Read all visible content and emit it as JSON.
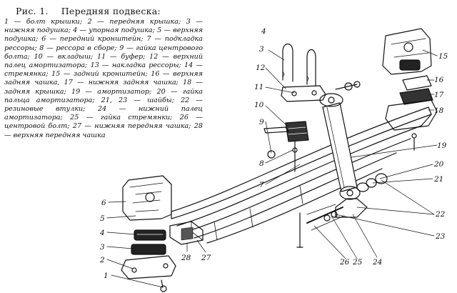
{
  "figure": {
    "number": "Рис. 1.",
    "title": "Передняя подвеска:",
    "legend": "1 — болт крышки; 2 — передняя крышка; 3 — нижняя подушка; 4 — упорная подушка; 5 — верхняя подушка; 6 — передний кронштейн; 7 — подкладка рессоры; 8 — рессора в сборе; 9 — гайка центрового болта; 10 — вкладыш; 11 — буфер; 12 — верхний палец амортизатора; 13 — накладка рессоры; 14 — стремянка; 15 — задний кронштейн; 16 — верхняя задняя чашка, 17 — нижняя задняя чашка; 18 — задняя крышка; 19 — амортизатор; 20 — гайка пальца амортизатора; 21, 23 — шайбы; 22 — резиновые втулки; 24 — нижний палец амортизатора; 25 — гайка стремянки; 26 — центровой болт; 27 — нижняя передняя чашка; 28 — верхняя передняя чашка"
  },
  "callouts": {
    "n1": "1",
    "n2": "2",
    "n3": "3",
    "n4": "4",
    "n5": "5",
    "n6": "6",
    "n7": "7",
    "n8": "8",
    "n9": "9",
    "n10": "10",
    "n11": "11",
    "n12": "12",
    "n4b": "4",
    "n3b": "3",
    "n15": "15",
    "n16": "16",
    "n17": "17",
    "n18": "18",
    "n19": "19",
    "n20": "20",
    "n21": "21",
    "n22": "22",
    "n23": "23",
    "n24": "24",
    "n25": "25",
    "n26": "26",
    "n27": "27",
    "n28": "28"
  }
}
